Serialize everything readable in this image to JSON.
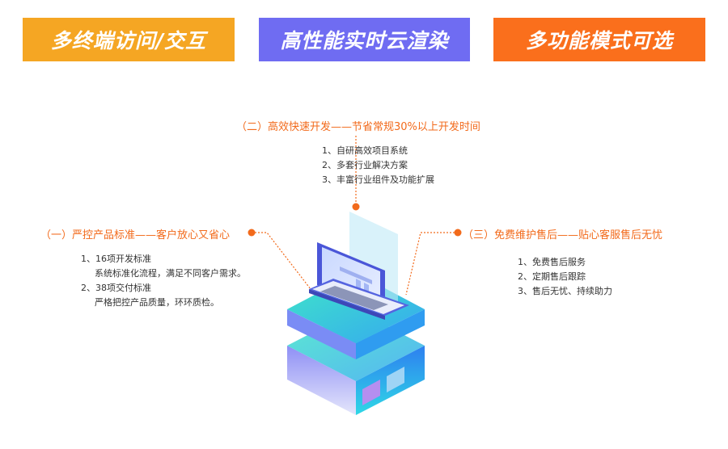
{
  "banners": [
    "多终端访问/交互",
    "高性能实时云渲染",
    "多功能模式可选"
  ],
  "colors": {
    "orange": "#f26a1b",
    "yellow_banner": "#f5a623",
    "purple_banner": "#6f6cf2",
    "orange_banner": "#fa6f1c"
  },
  "section2": {
    "title": "（二）高效快速开发——节省常规30%以上开发时间",
    "items": [
      "1、自研高效项目系统",
      "2、多套行业解决方案",
      "3、丰富行业组件及功能扩展"
    ]
  },
  "section1": {
    "title": "（一）严控产品标准——客户放心又省心",
    "items": [
      "1、16项开发标准",
      "系统标准化流程，满足不同客户需求。",
      "2、38项交付标准",
      "严格把控产品质量，环环质检。"
    ]
  },
  "section3": {
    "title": "（三）免费维护售后——贴心客服售后无忧",
    "items": [
      "1、免费售后服务",
      "2、定期售后跟踪",
      "3、售后无忧、持续助力"
    ]
  }
}
